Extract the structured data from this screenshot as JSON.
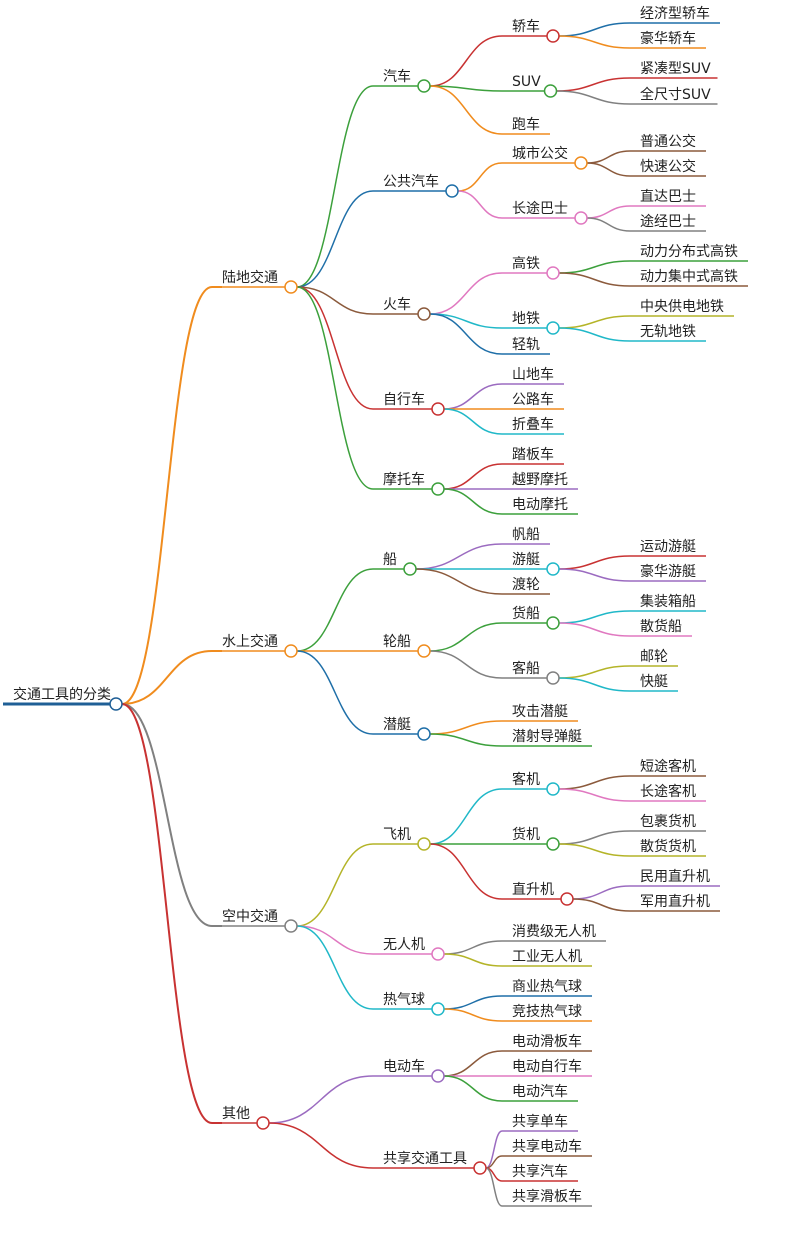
{
  "root": {
    "label": "交通工具的分类",
    "color": "#1f5f96",
    "children": [
      {
        "label": "陆地交通",
        "color": "#f08c1e",
        "children": [
          {
            "label": "汽车",
            "color": "#3ca03c",
            "children": [
              {
                "label": "轿车",
                "color": "#c83232",
                "children": [
                  {
                    "label": "经济型轿车",
                    "color": "#1f6fa8"
                  },
                  {
                    "label": "豪华轿车",
                    "color": "#f08c1e"
                  }
                ]
              },
              {
                "label": "SUV",
                "color": "#3ca03c",
                "children": [
                  {
                    "label": "紧凑型SUV",
                    "color": "#c83232"
                  },
                  {
                    "label": "全尺寸SUV",
                    "color": "#808080"
                  }
                ]
              },
              {
                "label": "跑车",
                "color": "#f08c1e"
              }
            ]
          },
          {
            "label": "公共汽车",
            "color": "#1f6fa8",
            "children": [
              {
                "label": "城市公交",
                "color": "#f08c1e",
                "children": [
                  {
                    "label": "普通公交",
                    "color": "#8b5a3c"
                  },
                  {
                    "label": "快速公交",
                    "color": "#8b5a3c"
                  }
                ]
              },
              {
                "label": "长途巴士",
                "color": "#e078c0",
                "children": [
                  {
                    "label": "直达巴士",
                    "color": "#e078c0"
                  },
                  {
                    "label": "途经巴士",
                    "color": "#808080"
                  }
                ]
              }
            ]
          },
          {
            "label": "火车",
            "color": "#8b5a3c",
            "children": [
              {
                "label": "高铁",
                "color": "#e078c0",
                "children": [
                  {
                    "label": "动力分布式高铁",
                    "color": "#3ca03c"
                  },
                  {
                    "label": "动力集中式高铁",
                    "color": "#8b5a3c"
                  }
                ]
              },
              {
                "label": "地铁",
                "color": "#20b8c8",
                "children": [
                  {
                    "label": "中央供电地铁",
                    "color": "#b4b428"
                  },
                  {
                    "label": "无轨地铁",
                    "color": "#20b8c8"
                  }
                ]
              },
              {
                "label": "轻轨",
                "color": "#1f6fa8"
              }
            ]
          },
          {
            "label": "自行车",
            "color": "#c83232",
            "children": [
              {
                "label": "山地车",
                "color": "#9b6bc0"
              },
              {
                "label": "公路车",
                "color": "#f08c1e"
              },
              {
                "label": "折叠车",
                "color": "#20b8c8"
              }
            ]
          },
          {
            "label": "摩托车",
            "color": "#3ca03c",
            "children": [
              {
                "label": "踏板车",
                "color": "#c83232"
              },
              {
                "label": "越野摩托",
                "color": "#9b6bc0"
              },
              {
                "label": "电动摩托",
                "color": "#3ca03c"
              }
            ]
          }
        ]
      },
      {
        "label": "水上交通",
        "color": "#f08c1e",
        "children": [
          {
            "label": "船",
            "color": "#3ca03c",
            "children": [
              {
                "label": "帆船",
                "color": "#9b6bc0"
              },
              {
                "label": "游艇",
                "color": "#20b8c8",
                "children": [
                  {
                    "label": "运动游艇",
                    "color": "#c83232"
                  },
                  {
                    "label": "豪华游艇",
                    "color": "#9b6bc0"
                  }
                ]
              },
              {
                "label": "渡轮",
                "color": "#8b5a3c"
              }
            ]
          },
          {
            "label": "轮船",
            "color": "#f08c1e",
            "children": [
              {
                "label": "货船",
                "color": "#3ca03c",
                "children": [
                  {
                    "label": "集装箱船",
                    "color": "#20b8c8"
                  },
                  {
                    "label": "散货船",
                    "color": "#e078c0"
                  }
                ]
              },
              {
                "label": "客船",
                "color": "#808080",
                "children": [
                  {
                    "label": "邮轮",
                    "color": "#b4b428"
                  },
                  {
                    "label": "快艇",
                    "color": "#20b8c8"
                  }
                ]
              }
            ]
          },
          {
            "label": "潜艇",
            "color": "#1f6fa8",
            "children": [
              {
                "label": "攻击潜艇",
                "color": "#f08c1e"
              },
              {
                "label": "潜射导弹艇",
                "color": "#3ca03c"
              }
            ]
          }
        ]
      },
      {
        "label": "空中交通",
        "color": "#808080",
        "children": [
          {
            "label": "飞机",
            "color": "#b4b428",
            "children": [
              {
                "label": "客机",
                "color": "#20b8c8",
                "children": [
                  {
                    "label": "短途客机",
                    "color": "#8b5a3c"
                  },
                  {
                    "label": "长途客机",
                    "color": "#e078c0"
                  }
                ]
              },
              {
                "label": "货机",
                "color": "#3ca03c",
                "children": [
                  {
                    "label": "包裹货机",
                    "color": "#808080"
                  },
                  {
                    "label": "散货货机",
                    "color": "#b4b428"
                  }
                ]
              },
              {
                "label": "直升机",
                "color": "#c83232",
                "children": [
                  {
                    "label": "民用直升机",
                    "color": "#9b6bc0"
                  },
                  {
                    "label": "军用直升机",
                    "color": "#8b5a3c"
                  }
                ]
              }
            ]
          },
          {
            "label": "无人机",
            "color": "#e078c0",
            "children": [
              {
                "label": "消费级无人机",
                "color": "#808080"
              },
              {
                "label": "工业无人机",
                "color": "#b4b428"
              }
            ]
          },
          {
            "label": "热气球",
            "color": "#20b8c8",
            "children": [
              {
                "label": "商业热气球",
                "color": "#1f6fa8"
              },
              {
                "label": "竞技热气球",
                "color": "#f08c1e"
              }
            ]
          }
        ]
      },
      {
        "label": "其他",
        "color": "#c83232",
        "children": [
          {
            "label": "电动车",
            "color": "#9b6bc0",
            "children": [
              {
                "label": "电动滑板车",
                "color": "#8b5a3c"
              },
              {
                "label": "电动自行车",
                "color": "#e078c0"
              },
              {
                "label": "电动汽车",
                "color": "#3ca03c"
              }
            ]
          },
          {
            "label": "共享交通工具",
            "color": "#c83232",
            "children": [
              {
                "label": "共享单车",
                "color": "#9b6bc0"
              },
              {
                "label": "共享电动车",
                "color": "#8b5a3c"
              },
              {
                "label": "共享汽车",
                "color": "#c83232"
              },
              {
                "label": "共享滑板车",
                "color": "#808080"
              }
            ]
          }
        ]
      }
    ]
  }
}
